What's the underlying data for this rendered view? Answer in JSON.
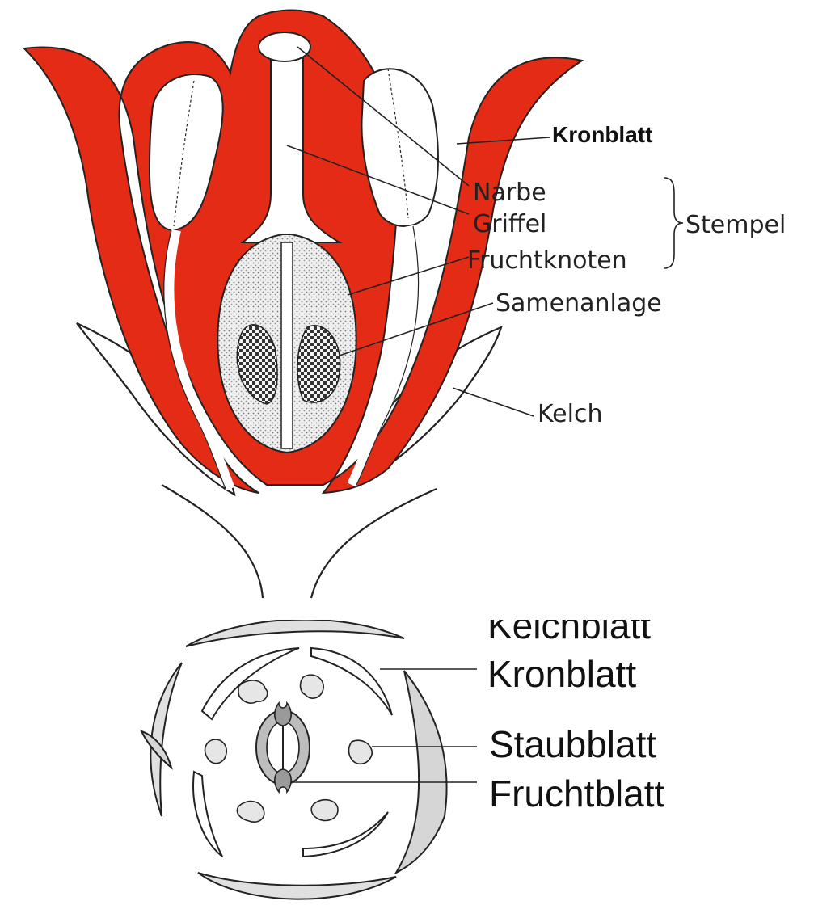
{
  "top_diagram": {
    "labels": {
      "kronblatt": "Kronblatt",
      "narbe": "Narbe",
      "griffel": "Griffel",
      "fruchtknoten": "Fruchtknoten",
      "stempel": "Stempel",
      "samenanlage": "Samenanlage",
      "kelch": "Kelch"
    }
  },
  "bottom_diagram": {
    "labels": {
      "kelchblatt": "Kelchblatt",
      "kronblatt": "Kronblatt",
      "staubblatt": "Staubblatt",
      "fruchtblatt": "Fruchtblatt"
    }
  },
  "colors": {
    "petal_red": "#e32b16",
    "sepal_gray": "#d6d6d6",
    "ovary_stipple": "#dcdcdc",
    "ovule_dark": "#555555"
  }
}
